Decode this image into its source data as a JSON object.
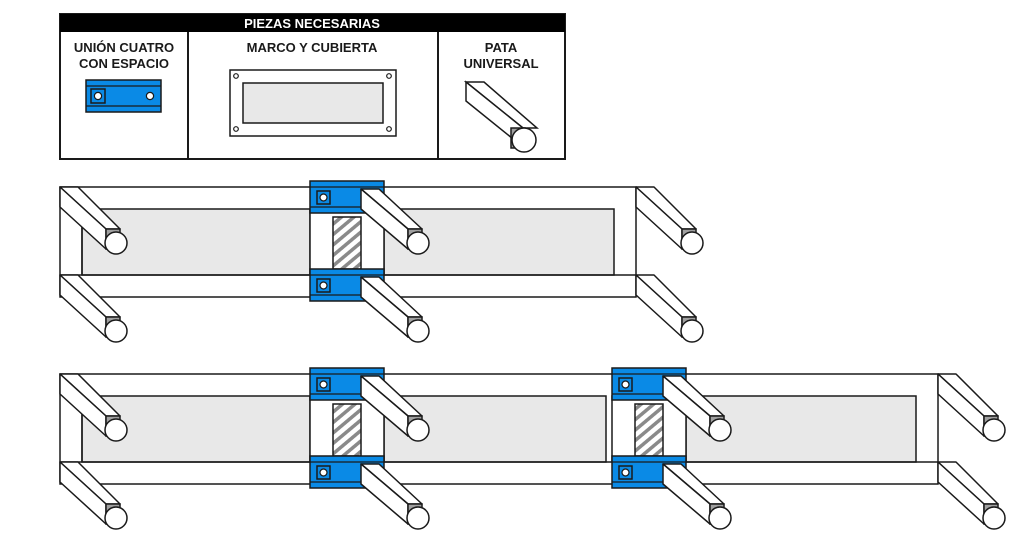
{
  "legend": {
    "title": "PIEZAS NECESARIAS",
    "parts": [
      {
        "id": "union",
        "label_lines": [
          "UNIÓN CUATRO",
          "CON ESPACIO"
        ]
      },
      {
        "id": "frame",
        "label_lines": [
          "MARCO Y CUBIERTA"
        ]
      },
      {
        "id": "leg",
        "label_lines": [
          "PATA",
          "UNIVERSAL"
        ]
      }
    ]
  },
  "colors": {
    "union_blue": "#0a8ae6",
    "panel_gray": "#e8e8e8",
    "outline": "#1a1a1a",
    "header_bg": "#000000",
    "leg_end_gray": "#a0a0a0"
  },
  "assemblies": [
    {
      "name": "two-table-assembly",
      "tables": 2,
      "unions": 1
    },
    {
      "name": "three-table-assembly",
      "tables": 3,
      "unions": 2
    }
  ]
}
